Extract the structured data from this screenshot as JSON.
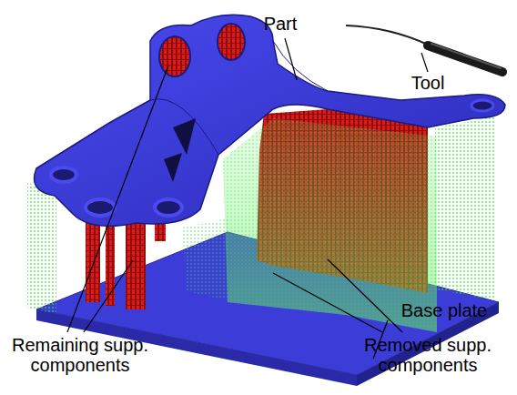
{
  "diagram": {
    "labels": [
      "Part",
      "Tool",
      "Base plate",
      "Remaining supp. components",
      "Removed supp. components"
    ]
  }
}
